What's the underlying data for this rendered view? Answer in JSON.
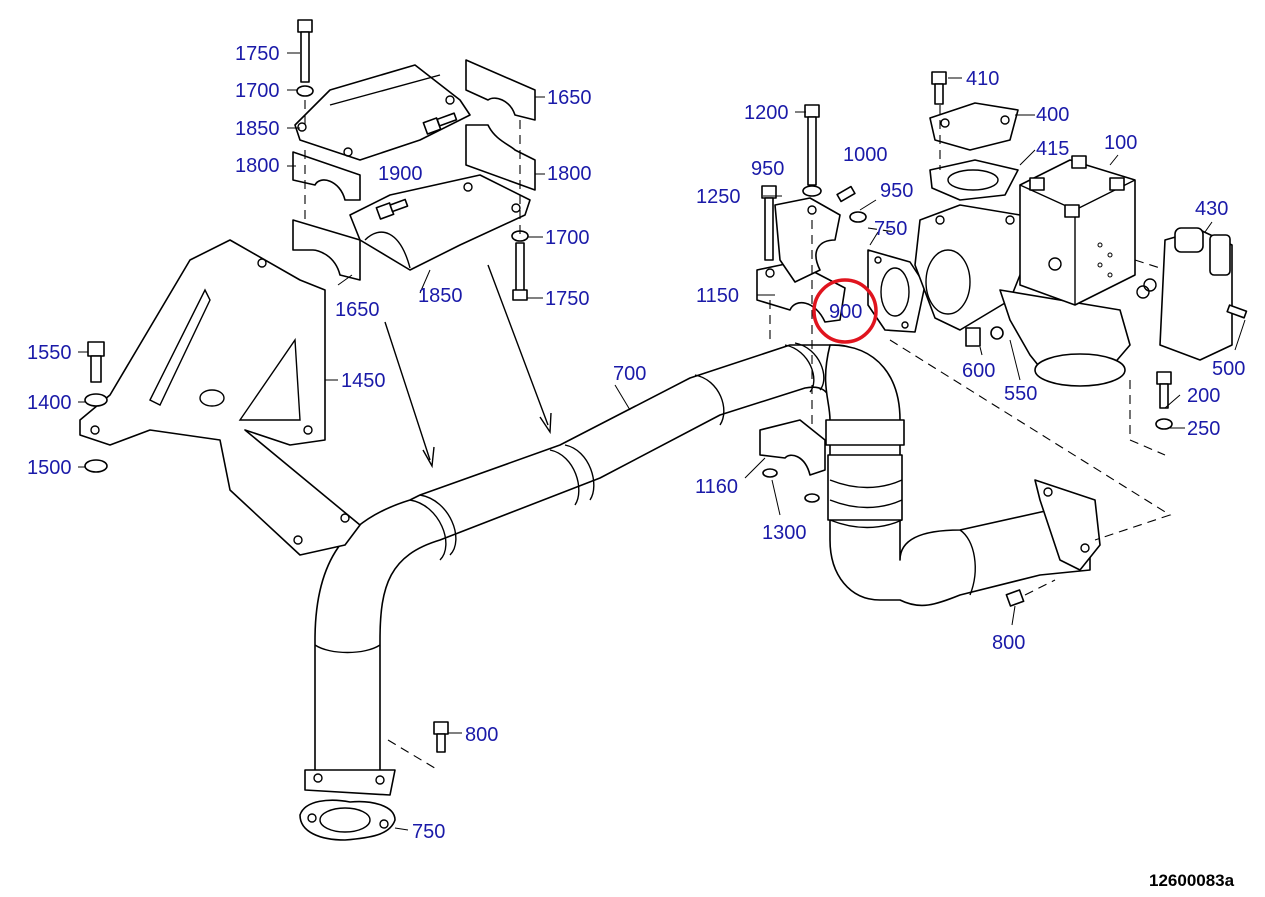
{
  "drawing_id": "12600083a",
  "highlight": {
    "label": "900",
    "color": "#e0141e"
  },
  "label_color": "#1a1aa8",
  "callouts": {
    "c1750a": "1750",
    "c1700a": "1700",
    "c1850a": "1850",
    "c1800a": "1800",
    "c1900": "1900",
    "c1650a": "1650",
    "c1800b": "1800",
    "c1700b": "1700",
    "c1750b": "1750",
    "c1650b": "1650",
    "c1850b": "1850",
    "c1550": "1550",
    "c1400": "1400",
    "c1500": "1500",
    "c1450": "1450",
    "c700": "700",
    "c1200": "1200",
    "c950a": "950",
    "c1000": "1000",
    "c950b": "950",
    "c1250": "1250",
    "c750a": "750",
    "c1150": "1150",
    "c900": "900",
    "c410": "410",
    "c400": "400",
    "c415": "415",
    "c100": "100",
    "c430": "430",
    "c600": "600",
    "c550": "550",
    "c500": "500",
    "c200": "200",
    "c250": "250",
    "c1160": "1160",
    "c1300": "1300",
    "c800a": "800",
    "c800b": "800",
    "c750b": "750"
  }
}
